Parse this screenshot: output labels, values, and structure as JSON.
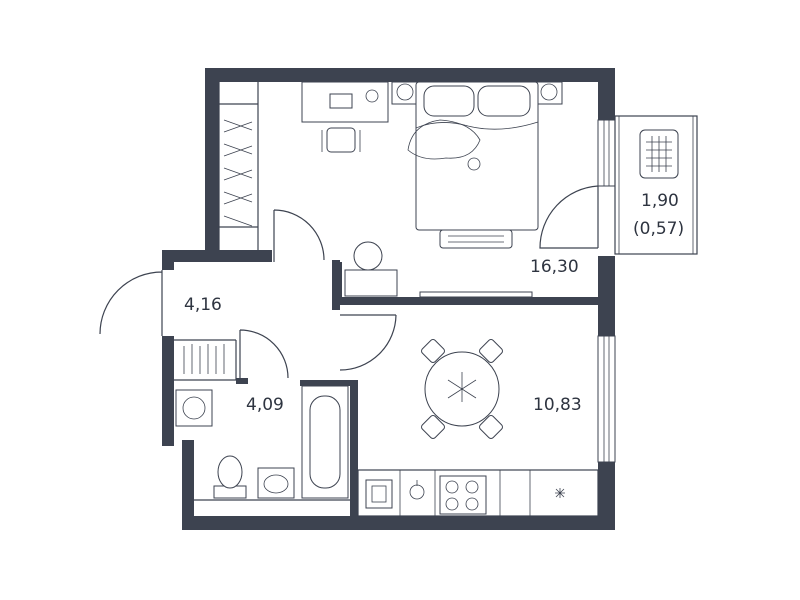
{
  "rooms": {
    "bedroom_living": {
      "area": "16,30"
    },
    "balcony": {
      "area": "1,90",
      "area_reduced": "(0,57)"
    },
    "hallway": {
      "area": "4,16"
    },
    "bathroom": {
      "area": "4,09"
    },
    "kitchen": {
      "area": "10,83"
    }
  },
  "colors": {
    "wall": "#3d4350",
    "background": "#ffffff"
  }
}
